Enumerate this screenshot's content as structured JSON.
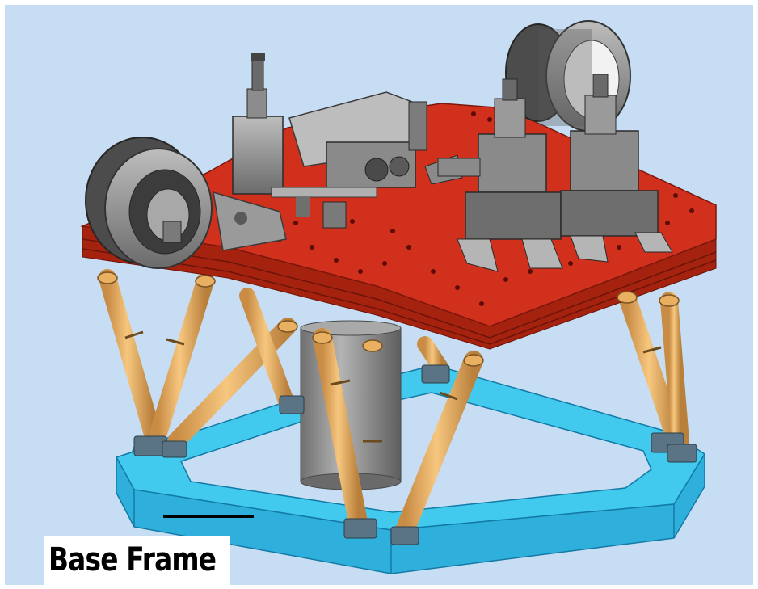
{
  "figure": {
    "label": "Base Frame"
  },
  "colors": {
    "background": "#c7ddf4",
    "platform_red": "#cf2d1c",
    "platform_dark": "#8e1a0f",
    "base_frame_cyan": "#3ec7ec",
    "base_frame_dark": "#1a8fbf",
    "actuator_orange": "#f1b569",
    "actuator_dark": "#b9803c",
    "instrument_gray": "#8c8c8c",
    "column_gray": "#9a9a9a"
  },
  "icons": {
    "platform": "hexapod-top-platform",
    "base": "hexapod-base-frame",
    "legs": "linear-actuator-leg"
  }
}
